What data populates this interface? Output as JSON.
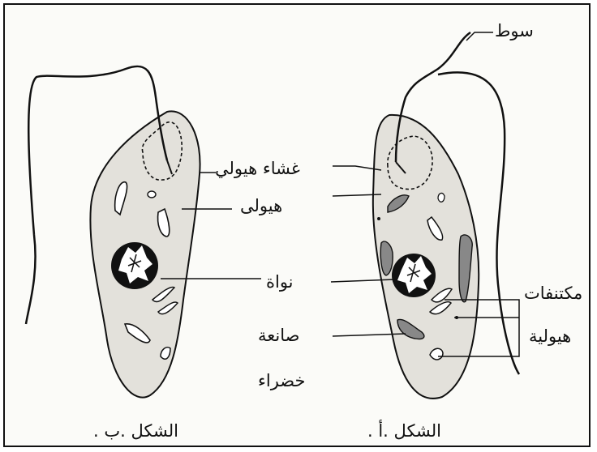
{
  "labels": {
    "flagellum": "سوط",
    "cell_membrane": "غشاء هيولي",
    "cytoplasm": "هيولى",
    "nucleus": "نواة",
    "chloroplast_line1": "صانعة",
    "chloroplast_line2": "خضراء",
    "contractile_line1": "مكتنفات",
    "contractile_line2": "هيولية"
  },
  "captions": {
    "figure_b": "الشكل .ب .",
    "figure_a": "الشكل .أ ."
  },
  "colors": {
    "cell_fill": "#e3e1db",
    "chloroplast_fill": "#888888",
    "outline": "#111111",
    "frame_bg": "#fbfbf8"
  }
}
